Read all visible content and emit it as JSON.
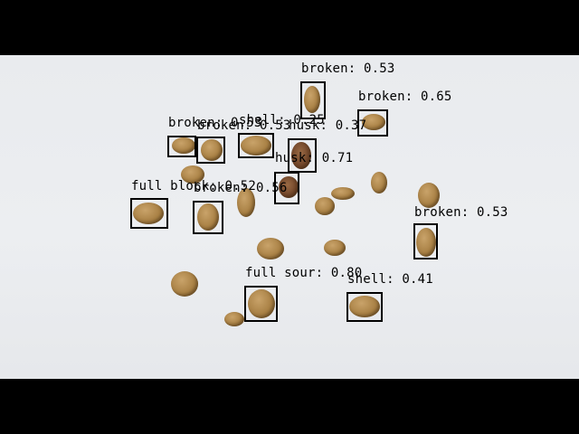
{
  "detections": [
    {
      "label": "broken: 0.53"
    },
    {
      "label": "broken: 0.65"
    },
    {
      "label": "broken: 0.53"
    },
    {
      "label": "shell: 0.25"
    },
    {
      "label": "husk: 0.37"
    },
    {
      "label": "husk: 0.71"
    },
    {
      "label": "full block: 0.52"
    },
    {
      "label": "broken: 0.56"
    },
    {
      "label": "full sour: 0.80"
    },
    {
      "label": "shell: 0.41"
    },
    {
      "label": "broken: 0.53"
    },
    {
      "label": "broken: 0.53"
    }
  ]
}
